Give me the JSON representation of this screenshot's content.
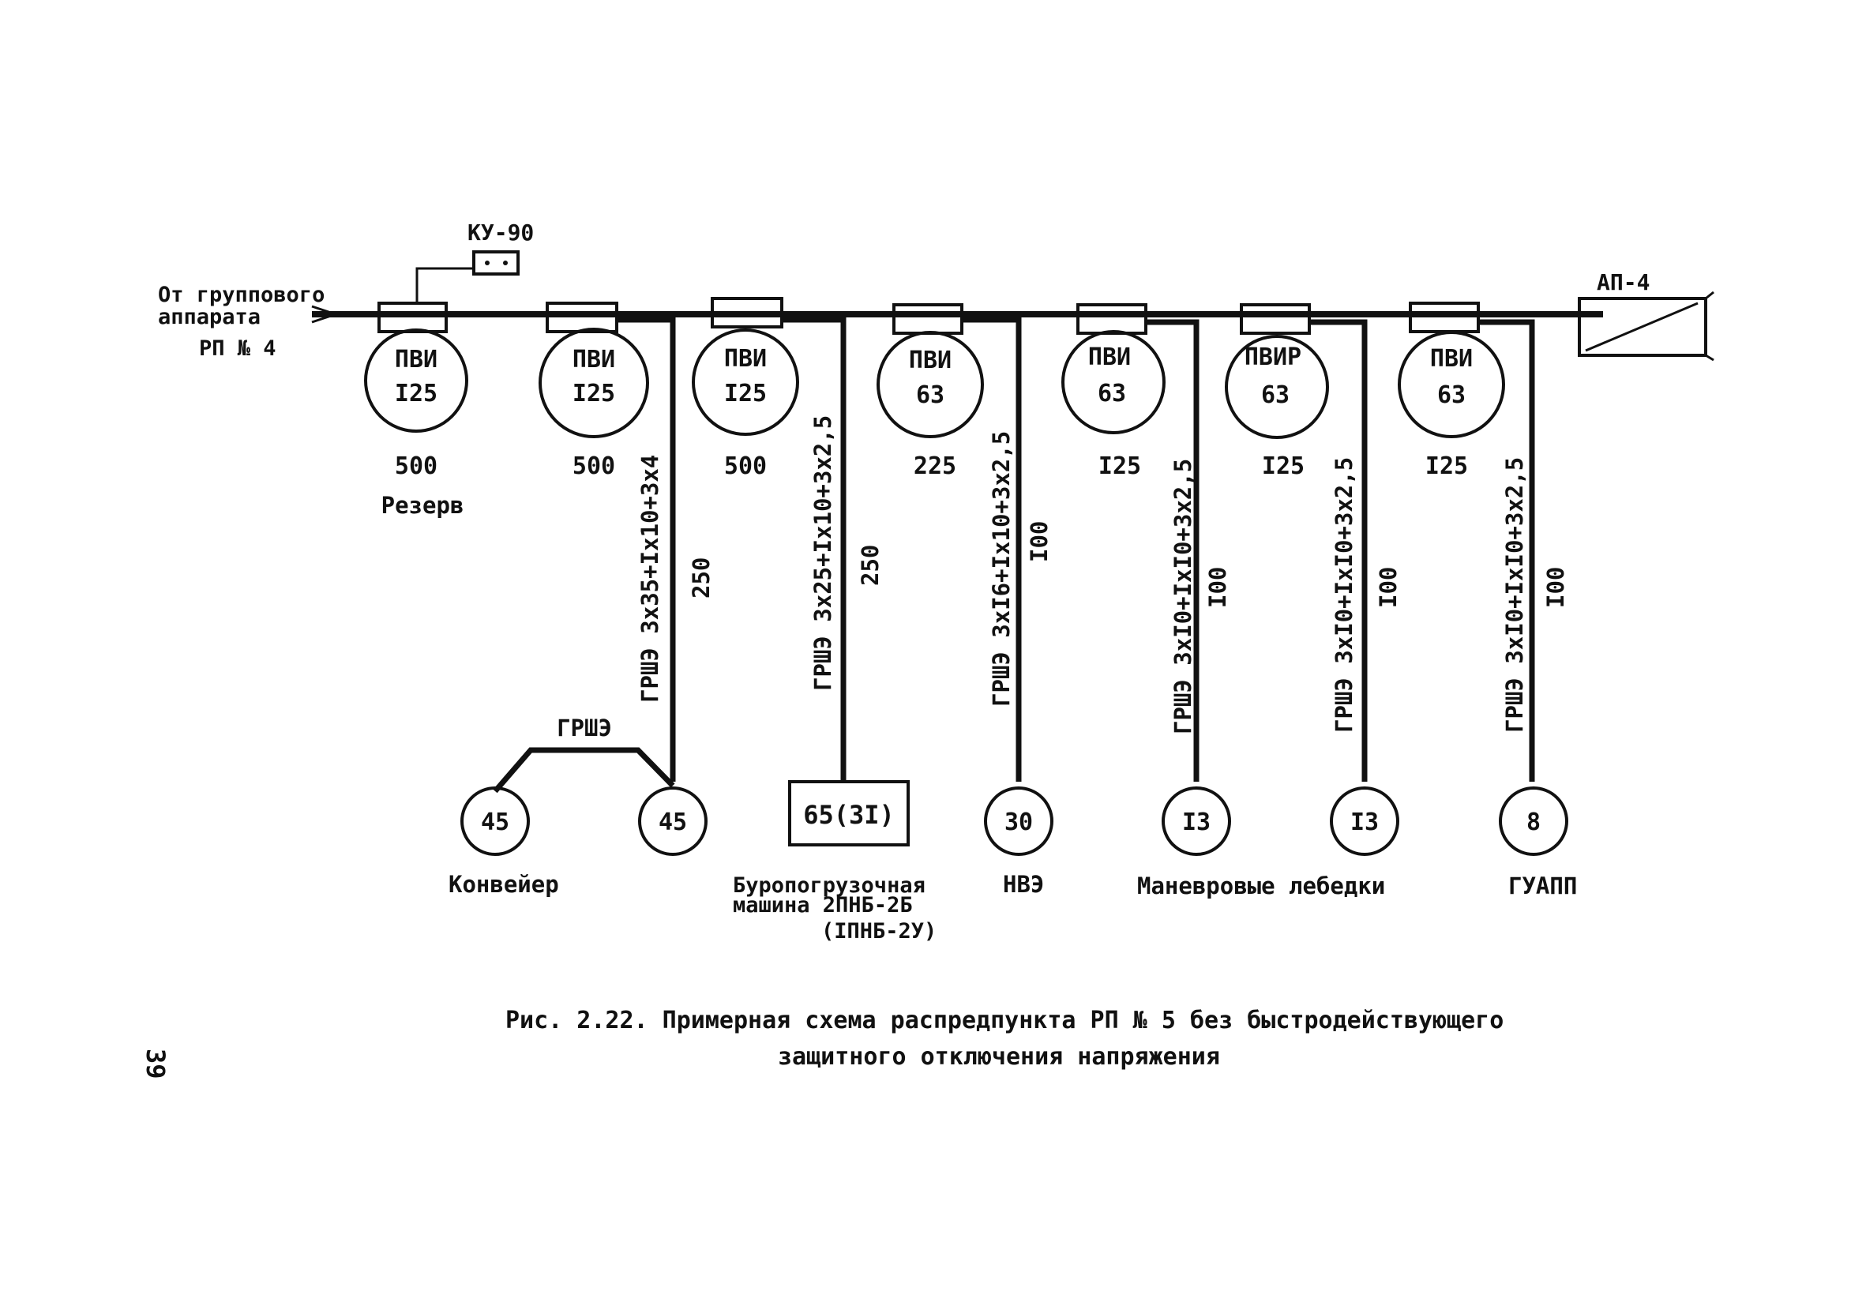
{
  "source": {
    "line1": "От группового",
    "line2": "аппарата",
    "line3": "РП № 4"
  },
  "ku90_label": "КУ-90",
  "ap4_label": "АП-4",
  "switches": [
    {
      "type": "ПВИ",
      "current": "I25",
      "setting": "500",
      "note": "Резерв"
    },
    {
      "type": "ПВИ",
      "current": "I25",
      "setting": "500",
      "cable": "ГРШЭ 3х35+Iх10+3х4",
      "length": "250"
    },
    {
      "type": "ПВИ",
      "current": "I25",
      "setting": "500",
      "cable": "ГРШЭ 3х25+Iх10+3х2,5",
      "length": "250"
    },
    {
      "type": "ПВИ",
      "current": "63",
      "setting": "225",
      "cable": "ГРШЭ 3хI6+Iх10+3х2,5",
      "length": "I00"
    },
    {
      "type": "ПВИ",
      "current": "63",
      "setting": "I25",
      "cable": "ГРШЭ 3хI0+IхI0+3х2,5",
      "length": "I00"
    },
    {
      "type": "ПВИР",
      "current": "63",
      "setting": "I25",
      "cable": "ГРШЭ 3хI0+IхI0+3х2,5",
      "length": "I00"
    },
    {
      "type": "ПВИ",
      "current": "63",
      "setting": "I25",
      "cable": "ГРШЭ 3хI0+IхI0+3х2,5",
      "length": "I00"
    }
  ],
  "loads": {
    "conveyor_a": "45",
    "conveyor_b": "45",
    "conveyor_link": "ГРШЭ",
    "conveyor_name": "Конвейер",
    "loader": "65(3I)",
    "loader_name_1": "Буропогрузочная",
    "loader_name_2": "машина 2ПНБ-2Б",
    "loader_name_3": "(IПНБ-2У)",
    "nve": "30",
    "nve_name": "НВЭ",
    "winch_a": "I3",
    "winch_b": "I3",
    "winch_name": "Маневровые лебедки",
    "guapp": "8",
    "guapp_name": "ГУАПП"
  },
  "caption": {
    "line1": "Рис. 2.22. Примерная схема распредпункта РП № 5 без быстродействующего",
    "line2": "защитного отключения напряжения"
  },
  "page_number": "39"
}
